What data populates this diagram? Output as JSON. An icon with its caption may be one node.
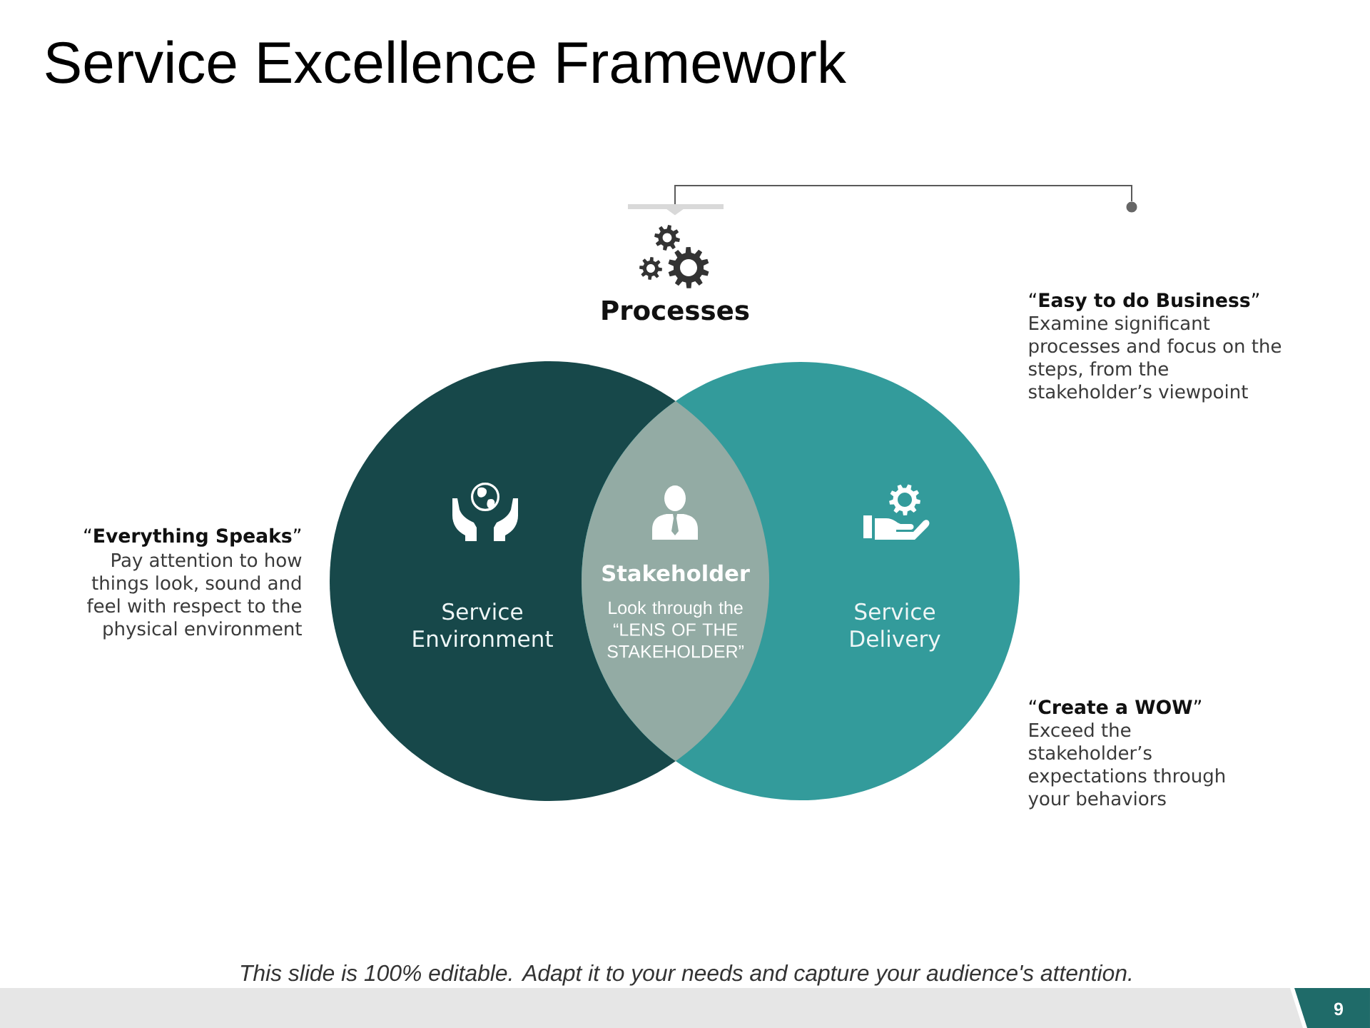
{
  "diagram": {
    "title": "Service Excellence Framework",
    "nodes": [
      {
        "text": [
          "Processes"
        ]
      },
      {
        "text": [],
        "shape": "circle"
      },
      {
        "text": [
          "Service Environment"
        ],
        "beside": [
          "“**Everything Speaks**”",
          "Pay attention to how things look, sound and feel with respect to the physical environment"
        ]
      },
      {
        "text": [
          "Stakeholder",
          "Look through the “LENS OF THE STAKEHOLDER”"
        ]
      },
      {
        "text": [
          "Service Delivery"
        ],
        "beside": [
          "“**Create a WOW**”",
          "Exceed the stakeholder’s expectations through your behaviors"
        ]
      }
    ],
    "edges": [
      {
        "from": 1,
        "to": 0,
        "arrow": "to"
      }
    ],
    "labels": [
      "“**Easy to do Business**”",
      "Examine significant processes and focus on the steps, from the stakeholder’s viewpoint",
      "This slide is 100% editable. Adapt it to your needs and capture your audience's attention.",
      "9"
    ]
  }
}
